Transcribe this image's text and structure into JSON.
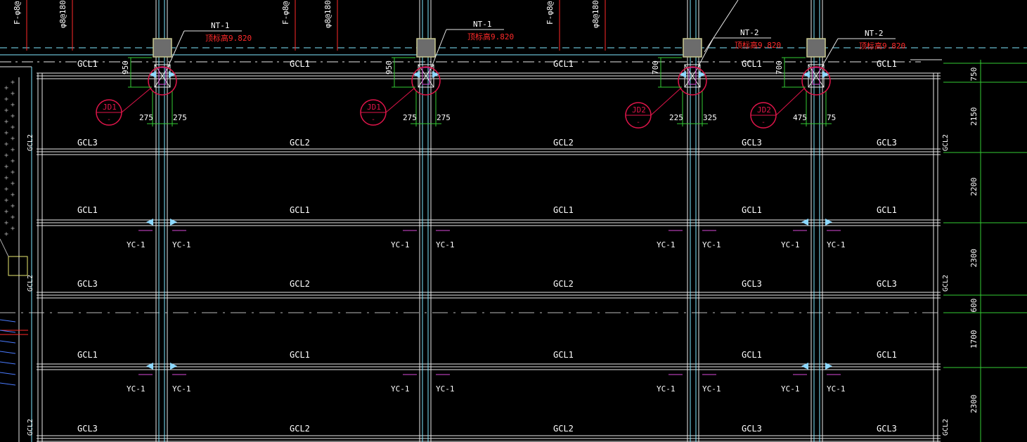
{
  "colors": {
    "background": "#000000",
    "beam": "#e8e8e8",
    "column_line": "#7fe8ff",
    "axis": "#33cc33",
    "annotation_red": "#ff2a2a",
    "magenta": "#d84ad8",
    "column_fill": "#c8c890",
    "node_circle": "#e0154a",
    "label": "#ffffff",
    "arrow": "#8cd8ff"
  },
  "top_rebar_labels": [
    {
      "left": "F-φ8@",
      "right": "φ8@180"
    },
    {
      "left": "F-φ8@",
      "right": "φ8@180"
    },
    {
      "left": "F-φ8@",
      "right": "φ8@180"
    }
  ],
  "column_tags": [
    {
      "code": "NT-1",
      "elev": "顶标高9.820"
    },
    {
      "code": "NT-1",
      "elev": "顶标高9.820"
    },
    {
      "code": "NT-2",
      "elev": "顶标高9.820"
    },
    {
      "code": "NT-2",
      "elev": "顶标高9.820"
    }
  ],
  "nodes": [
    {
      "code": "JD1",
      "sub": "-",
      "height": "950",
      "left_dim": "275",
      "right_dim": "275"
    },
    {
      "code": "JD1",
      "sub": "-",
      "height": "950",
      "left_dim": "275",
      "right_dim": "275"
    },
    {
      "code": "JD2",
      "sub": "-",
      "height": "700",
      "left_dim": "225",
      "right_dim": "325"
    },
    {
      "code": "JD2",
      "sub": "-",
      "height": "700",
      "left_dim": "475",
      "right_dim": "75"
    }
  ],
  "beam_rows": [
    {
      "labels": [
        "GCL1",
        "GCL1",
        "GCL1",
        "GCL1",
        "GCL1"
      ]
    },
    {
      "labels": [
        "GCL3",
        "GCL2",
        "GCL2",
        "GCL3",
        "GCL3"
      ]
    },
    {
      "labels": [
        "GCL1",
        "GCL1",
        "GCL1",
        "GCL1",
        "GCL1"
      ]
    },
    {
      "labels": [
        "GCL3",
        "GCL2",
        "GCL2",
        "GCL3",
        "GCL3"
      ]
    },
    {
      "labels": [
        "GCL1",
        "GCL1",
        "GCL1",
        "GCL1",
        "GCL1"
      ]
    },
    {
      "labels": [
        "GCL3",
        "GCL2",
        "GCL2",
        "GCL3",
        "GCL3"
      ]
    }
  ],
  "yc_label": "YC-1",
  "side_beam_labels": {
    "left": "GCL2",
    "right": "GCL2"
  },
  "right_dims": [
    "750",
    "2150",
    "2200",
    "2300",
    "600",
    "1700",
    "2300"
  ]
}
